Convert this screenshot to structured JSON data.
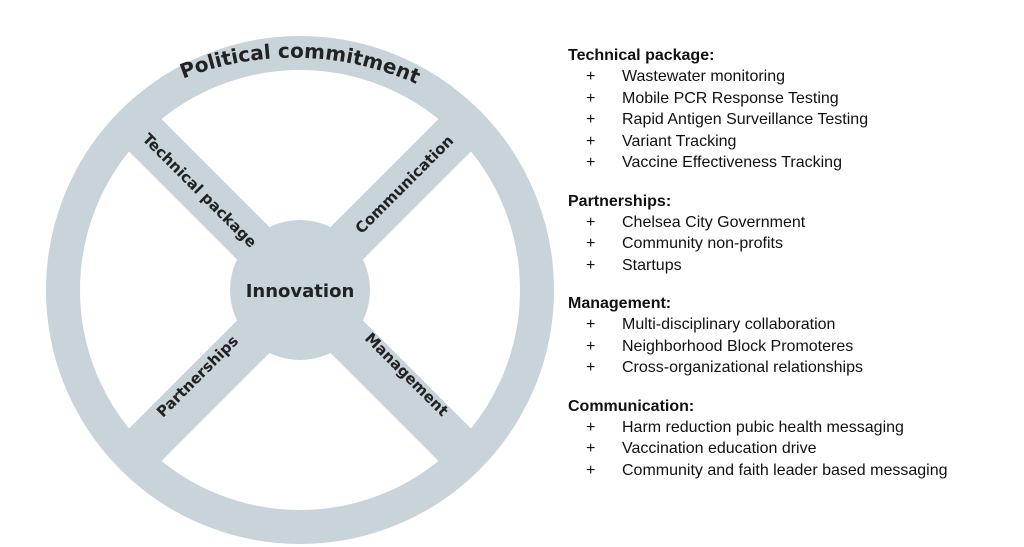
{
  "colors": {
    "wheel": "#c8d3da",
    "text": "#222222"
  },
  "wheel": {
    "rim_label": "Political commitment",
    "hub_label": "Innovation",
    "spoke_labels": {
      "upper_left": "Technical package",
      "upper_right": "Communication",
      "lower_left": "Partnerships",
      "lower_right": "Management"
    }
  },
  "sections": [
    {
      "title": "Technical package:",
      "items": [
        {
          "bullet": "+",
          "text": "Wastewater monitoring"
        },
        {
          "bullet": "+",
          "text": "Mobile PCR Response Testing"
        },
        {
          "bullet": "+",
          "text": "Rapid Antigen Surveillance Testing"
        },
        {
          "bullet": "+",
          "text": "Variant Tracking"
        },
        {
          "bullet": "+",
          "text": "Vaccine Effectiveness Tracking"
        }
      ]
    },
    {
      "title": "Partnerships:",
      "items": [
        {
          "bullet": "+",
          "text": "Chelsea City Government"
        },
        {
          "bullet": "+",
          "text": "Community non-profits"
        },
        {
          "bullet": "+",
          "text": "Startups"
        }
      ]
    },
    {
      "title": "Management:",
      "items": [
        {
          "bullet": "+",
          "text": "Multi-disciplinary collaboration"
        },
        {
          "bullet": "+",
          "text": "Neighborhood Block Promoteres"
        },
        {
          "bullet": "+",
          "text": "Cross-organizational relationships"
        }
      ]
    },
    {
      "title": "Communication:",
      "items": [
        {
          "bullet": "+",
          "text": "Harm reduction pubic health messaging"
        },
        {
          "bullet": "+",
          "text": "Vaccination education drive"
        },
        {
          "bullet": "+",
          "text": "Community and faith leader based messaging"
        }
      ]
    }
  ]
}
